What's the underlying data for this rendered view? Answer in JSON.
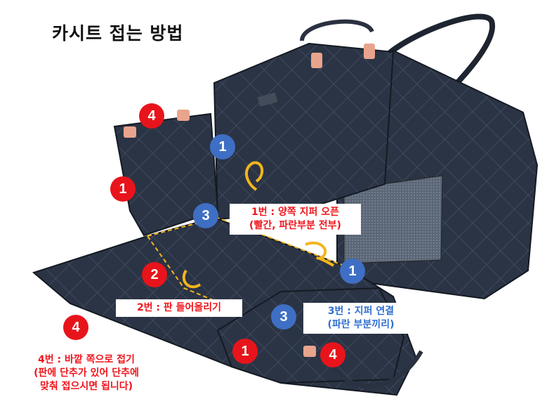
{
  "title": "카시트 접는 방법",
  "steps": {
    "step1": {
      "line1": "1번 : 양쪽 지퍼 오픈",
      "line2": "(빨간, 파란부분 전부)"
    },
    "step2": {
      "line1": "2번 : 판 들어올리기"
    },
    "step3": {
      "line1": "3번 : 지퍼 연결",
      "line2": "(파란 부분끼리)"
    },
    "step4": {
      "line1": "4번 : 바깥 쪽으로 접기",
      "line2": "(판에 단추가 있어 단추에",
      "line3": "맞춰 접으시면 됩니다)"
    }
  },
  "badges": {
    "one": "1",
    "two": "2",
    "three": "3",
    "four": "4"
  },
  "colors": {
    "red": "#e8141b",
    "blue": "#3e6fc4",
    "arrow": "#f2b51c",
    "fabric": "#2b3445"
  }
}
